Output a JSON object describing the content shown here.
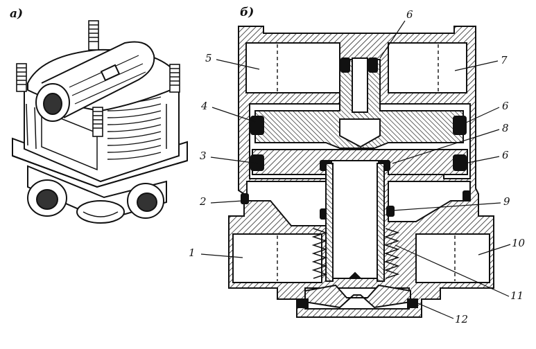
{
  "panels": {
    "a": "а)",
    "b": "б)"
  },
  "callouts": {
    "n1": "1",
    "n2": "2",
    "n3": "3",
    "n4": "4",
    "n5": "5",
    "n6_top": "6",
    "n6_a": "6",
    "n6_b": "6",
    "n7": "7",
    "n8": "8",
    "n9": "9",
    "n10": "10",
    "n11": "11",
    "n12": "12"
  }
}
